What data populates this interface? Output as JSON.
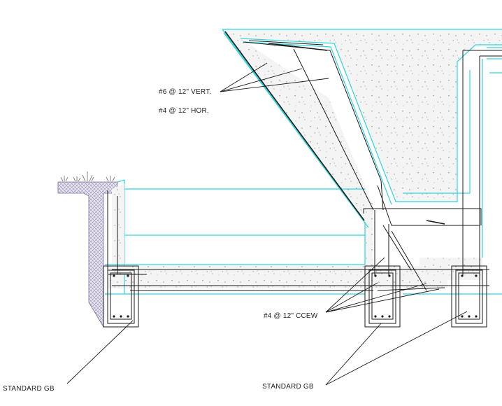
{
  "colors": {
    "concrete_fill": "#f3f3f3",
    "speckle": "#9a9a9a",
    "cyan_line": "#2fd4dd",
    "earth_hatch": "#9b8fb8",
    "line": "#1a1a1a",
    "grass": "#7a8a7a"
  },
  "labels": {
    "vert_rebar": "#6 @ 12\" VERT.",
    "hor_rebar": "#4 @ 12\" HOR.",
    "ccew": "#4 @ 12\" CCEW",
    "gb_left": "STANDARD GB",
    "gb_right": "STANDARD GB"
  }
}
